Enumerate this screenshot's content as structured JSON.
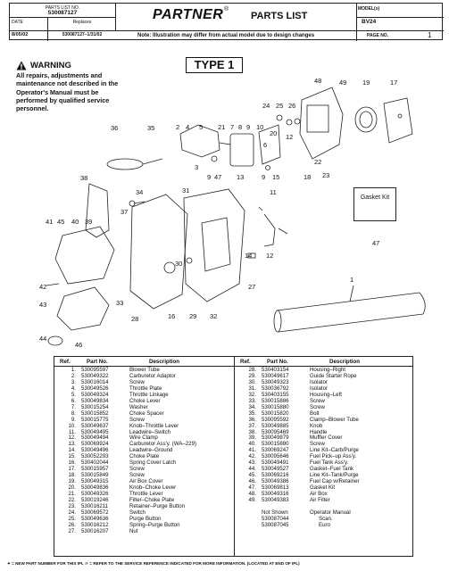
{
  "header": {
    "parts_list_no_label": "PARTS LIST NO.",
    "parts_list_no": "530087127",
    "date_label": "DATE",
    "date": "8/05/02",
    "replaces_label": "Replaces",
    "replaces": "530087127–1/31/02",
    "brand": "PARTNER",
    "reg_mark": "®",
    "title": "PARTS LIST",
    "model_label": "MODEL(s)",
    "model": "BV24",
    "note": "Note: Illustration may differ from actual model due to design changes",
    "page_label": "PAGE  NO.",
    "page_no": "1"
  },
  "warning": {
    "title": "WARNING",
    "body": "All repairs, adjustments and maintenance not described in the Operator's Manual must be performed by qualified service personnel."
  },
  "type_label": "TYPE 1",
  "gasket_kit": {
    "label": "Gasket Kit",
    "ref": "47"
  },
  "callouts": [
    "24",
    "25",
    "26",
    "48",
    "49",
    "19",
    "17",
    "2",
    "4",
    "5",
    "21",
    "7",
    "8",
    "9",
    "10",
    "6",
    "20",
    "12",
    "3",
    "9",
    "47",
    "13",
    "9",
    "15",
    "18",
    "22",
    "23",
    "36",
    "35",
    "38",
    "34",
    "37",
    "31",
    "11",
    "41",
    "45",
    "40",
    "39",
    "30",
    "33",
    "14",
    "12",
    "27",
    "42",
    "43",
    "28",
    "16",
    "29",
    "32",
    "44",
    "46",
    "1"
  ],
  "table": {
    "col_ref": "Ref.",
    "col_part": "Part No.",
    "col_desc": "Description",
    "left_rows": [
      {
        "ref": "1.",
        "part": "530095597",
        "desc": "Blower Tube"
      },
      {
        "ref": "2.",
        "part": "530049322",
        "desc": "Carburetor Adaptor"
      },
      {
        "ref": "3.",
        "part": "530016014",
        "desc": "Screw"
      },
      {
        "ref": "4.",
        "part": "530049526",
        "desc": "Throttle Plate"
      },
      {
        "ref": "5.",
        "part": "530049324",
        "desc": "Throttle Linkage"
      },
      {
        "ref": "6.",
        "part": "530049834",
        "desc": "Choke Lever"
      },
      {
        "ref": "7.",
        "part": "530015254",
        "desc": "Washer"
      },
      {
        "ref": "8.",
        "part": "530015852",
        "desc": "Choke Spacer"
      },
      {
        "ref": "9.",
        "part": "530015775",
        "desc": "Screw"
      },
      {
        "ref": "10.",
        "part": "530049637",
        "desc": "Knob–Throttle Lever"
      },
      {
        "ref": "11.",
        "part": "530049495",
        "desc": "Leadwire–Switch"
      },
      {
        "ref": "12.",
        "part": "530049494",
        "desc": "Wire Clamp"
      },
      {
        "ref": "13.",
        "part": "530069924",
        "desc": "Carburetor Ass'y. (WA–229)"
      },
      {
        "ref": "14.",
        "part": "530049496",
        "desc": "Leadwire–Ground"
      },
      {
        "ref": "15.",
        "part": "530052293",
        "desc": "Choke Plate"
      },
      {
        "ref": "16.",
        "part": "530402044",
        "desc": "Spring Cover Latch"
      },
      {
        "ref": "17.",
        "part": "530015957",
        "desc": "Screw"
      },
      {
        "ref": "18.",
        "part": "530015849",
        "desc": "Screw"
      },
      {
        "ref": "19.",
        "part": "530049315",
        "desc": "Air Box Cover"
      },
      {
        "ref": "20.",
        "part": "530049836",
        "desc": "Knob–Choke Lever"
      },
      {
        "ref": "21.",
        "part": "530049326",
        "desc": "Throttle Lever"
      },
      {
        "ref": "22.",
        "part": "530019246",
        "desc": "Filter–Choke Plate"
      },
      {
        "ref": "23.",
        "part": "530016211",
        "desc": "Retainer–Purge Button"
      },
      {
        "ref": "24.",
        "part": "530069572",
        "desc": "Switch"
      },
      {
        "ref": "25.",
        "part": "530049636",
        "desc": "Purge Button"
      },
      {
        "ref": "26.",
        "part": "530016212",
        "desc": "Spring–Purge Button"
      },
      {
        "ref": "27.",
        "part": "530016207",
        "desc": "Nut"
      }
    ],
    "right_rows": [
      {
        "ref": "28.",
        "part": "530403154",
        "desc": "Housing–Right"
      },
      {
        "ref": "29.",
        "part": "530049617",
        "desc": "Guide Starter Rope"
      },
      {
        "ref": "30.",
        "part": "530049323",
        "desc": "Isolator"
      },
      {
        "ref": "31.",
        "part": "530036792",
        "desc": "Isolator"
      },
      {
        "ref": "32.",
        "part": "530403155",
        "desc": "Housing–Left"
      },
      {
        "ref": "33.",
        "part": "530015886",
        "desc": "Screw"
      },
      {
        "ref": "34.",
        "part": "530015880",
        "desc": "Screw"
      },
      {
        "ref": "35.",
        "part": "530015820",
        "desc": "Bolt"
      },
      {
        "ref": "36.",
        "part": "530095592",
        "desc": "Clamp–Blower Tube"
      },
      {
        "ref": "37.",
        "part": "530049885",
        "desc": "Knob"
      },
      {
        "ref": "38.",
        "part": "530095469",
        "desc": "Handle"
      },
      {
        "ref": "39.",
        "part": "530049879",
        "desc": "Muffler Cover"
      },
      {
        "ref": "40.",
        "part": "530015880",
        "desc": "Screw"
      },
      {
        "ref": "41.",
        "part": "530069247",
        "desc": "Line Kit–Carb/Purge"
      },
      {
        "ref": "42.",
        "part": "530095646",
        "desc": "Fuel Pick–up Ass'y."
      },
      {
        "ref": "43.",
        "part": "530049491",
        "desc": "Fuel Tank Ass'y."
      },
      {
        "ref": "44.",
        "part": "530049527",
        "desc": "Gasket–Fuel Tank"
      },
      {
        "ref": "45.",
        "part": "530069216",
        "desc": "Line Kit–Tank/Purge"
      },
      {
        "ref": "46.",
        "part": "530049386",
        "desc": "Fuel Cap w/Retainer"
      },
      {
        "ref": "47.",
        "part": "530069813",
        "desc": "Gasket Kit"
      },
      {
        "ref": "48.",
        "part": "530049316",
        "desc": "Air Box"
      },
      {
        "ref": "49.",
        "part": "530049383",
        "desc": "Air Filter"
      }
    ],
    "not_shown_label": "Not Shown",
    "operator_manual_label": "Operator Manual",
    "not_shown_rows": [
      {
        "part": "530087044",
        "desc": "Scan."
      },
      {
        "part": "530087045",
        "desc": "Euro"
      }
    ]
  },
  "footer": "✦ = NEW PART NUMBER FOR THIS IPL     ☞ = REFER TO THE SERVICE REFERENCE  INDICATED FOR MORE INFORMATION. (LOCATED AT END OF IPL)"
}
